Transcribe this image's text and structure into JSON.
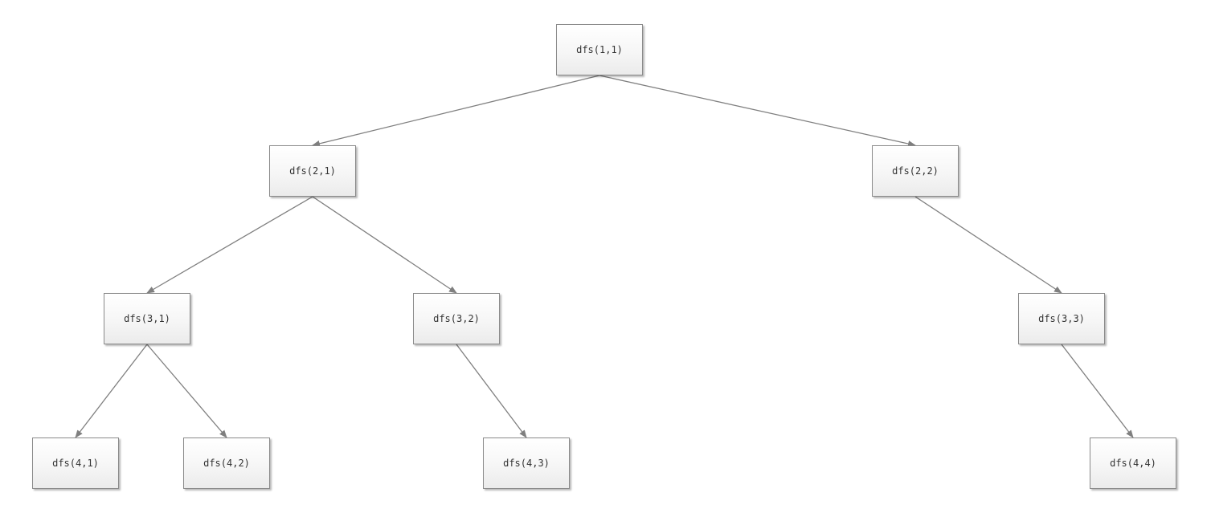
{
  "colors": {
    "edge": "#7f7f7f",
    "node_border": "#8a8a8a",
    "text": "#333333"
  },
  "nodes": {
    "n11": {
      "label": "dfs(1,1)"
    },
    "n21": {
      "label": "dfs(2,1)"
    },
    "n22": {
      "label": "dfs(2,2)"
    },
    "n31": {
      "label": "dfs(3,1)"
    },
    "n32": {
      "label": "dfs(3,2)"
    },
    "n33": {
      "label": "dfs(3,3)"
    },
    "n41": {
      "label": "dfs(4,1)"
    },
    "n42": {
      "label": "dfs(4,2)"
    },
    "n43": {
      "label": "dfs(4,3)"
    },
    "n44": {
      "label": "dfs(4,4)"
    }
  },
  "edges": [
    {
      "from": "n11",
      "to": "n21"
    },
    {
      "from": "n11",
      "to": "n22"
    },
    {
      "from": "n21",
      "to": "n31"
    },
    {
      "from": "n21",
      "to": "n32"
    },
    {
      "from": "n22",
      "to": "n33"
    },
    {
      "from": "n31",
      "to": "n41"
    },
    {
      "from": "n31",
      "to": "n42"
    },
    {
      "from": "n32",
      "to": "n43"
    },
    {
      "from": "n33",
      "to": "n44"
    }
  ]
}
